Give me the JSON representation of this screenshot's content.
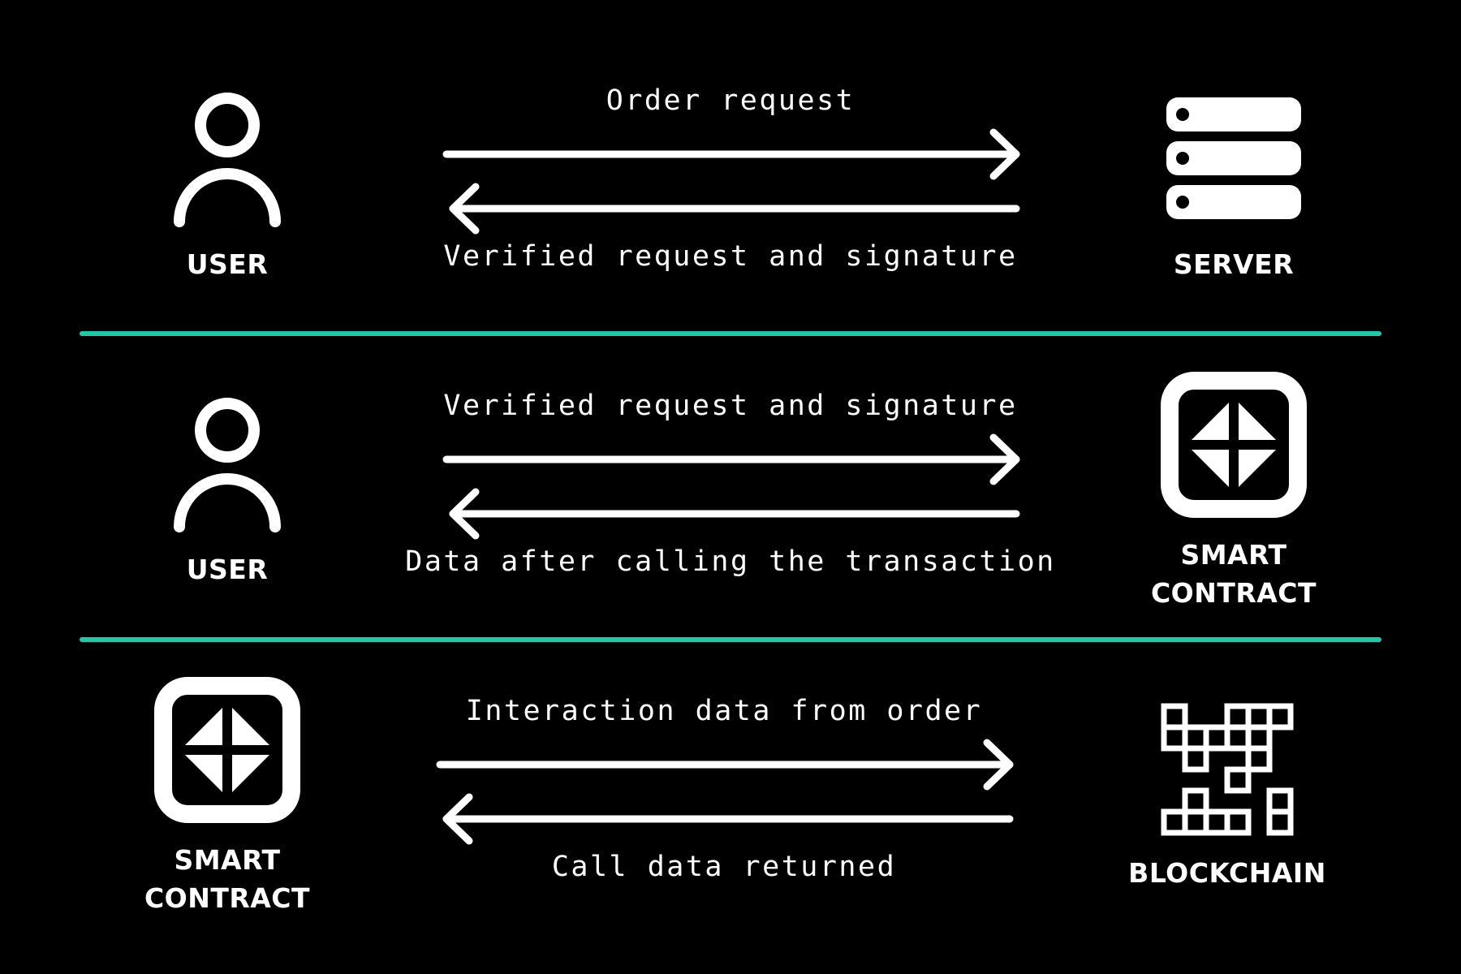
{
  "colors": {
    "background": "#000000",
    "foreground": "#ffffff",
    "divider": "#1ec8a8"
  },
  "rows": [
    {
      "left": {
        "icon": "user-icon",
        "label": "USER"
      },
      "right": {
        "icon": "server-icon",
        "label": "SERVER"
      },
      "top_message": "Order request",
      "bottom_message": "Verified request and signature"
    },
    {
      "left": {
        "icon": "user-icon",
        "label": "USER"
      },
      "right": {
        "icon": "smart-contract-icon",
        "label": "SMART\nCONTRACT"
      },
      "top_message": "Verified request and signature",
      "bottom_message": "Data after calling the transaction"
    },
    {
      "left": {
        "icon": "smart-contract-icon",
        "label": "SMART\nCONTRACT"
      },
      "right": {
        "icon": "blockchain-icon",
        "label": "BLOCKCHAIN"
      },
      "top_message": "Interaction data from order",
      "bottom_message": "Call data returned"
    }
  ]
}
